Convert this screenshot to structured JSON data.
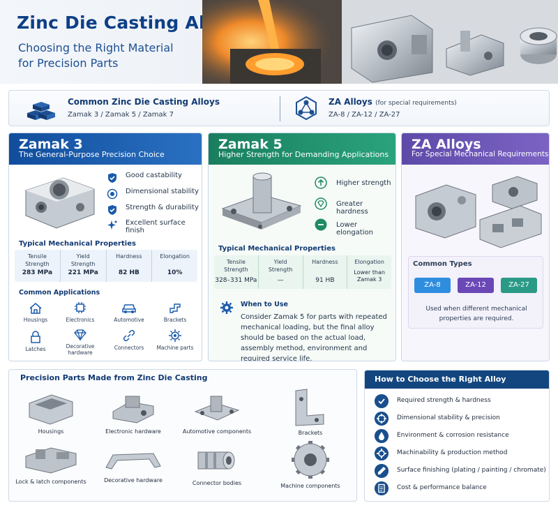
{
  "hero": {
    "title": "Zinc Die Casting Alloys",
    "subtitle_line1": "Choosing the Right Material",
    "subtitle_line2": "for Precision Parts"
  },
  "band": {
    "left_title": "Common Zinc Die Casting Alloys",
    "left_list": "Zamak 3  /  Zamak 5  /  Zamak 7",
    "right_title": "ZA Alloys",
    "right_note": "(for special requirements)",
    "right_list": "ZA-8  /  ZA-12  /  ZA-27"
  },
  "zamak3": {
    "name": "Zamak 3",
    "tagline": "The General-Purpose Precision Choice",
    "features": [
      "Good castability",
      "Dimensional stability",
      "Strength & durability",
      "Excellent surface finish"
    ],
    "props_title": "Typical Mechanical Properties",
    "props": [
      {
        "label": "Tensile Strength",
        "value": "283 MPa"
      },
      {
        "label": "Yield Strength",
        "value": "221 MPa"
      },
      {
        "label": "Hardness",
        "value": "82 HB"
      },
      {
        "label": "Elongation",
        "value": "10%"
      }
    ],
    "apps_title": "Common Applications",
    "apps": [
      "Housings",
      "Electronics",
      "Automotive",
      "Brackets",
      "Latches",
      "Decorative hardware",
      "Connectors",
      "Machine parts"
    ]
  },
  "zamak5": {
    "name": "Zamak 5",
    "tagline": "Higher Strength for Demanding Applications",
    "features": [
      "Higher strength",
      "Greater hardness",
      "Lower elongation"
    ],
    "props_title": "Typical Mechanical Properties",
    "props": [
      {
        "label": "Tensile Strength",
        "value": "328–331 MPa"
      },
      {
        "label": "Yield Strength",
        "value": "—"
      },
      {
        "label": "Hardness",
        "value": "91 HB"
      },
      {
        "label": "Elongation",
        "value": "Lower than Zamak 3"
      }
    ],
    "when_title": "When to Use",
    "when_text": "Consider Zamak 5 for parts with repeated mechanical loading, but the final alloy should be based on the actual load, assembly method,  environment and required service life."
  },
  "za": {
    "name": "ZA Alloys",
    "tagline": "For Special Mechanical Requirements",
    "types_title": "Common Types",
    "types": [
      "ZA-8",
      "ZA-12",
      "ZA-27"
    ],
    "type_colors": [
      "#2f8de0",
      "#6a48b5",
      "#2a9a86"
    ],
    "note": "Used when different mechanical properties are required."
  },
  "parts": {
    "title": "Precision Parts Made from Zinc Die Casting",
    "items": [
      "Housings",
      "Electronic hardware",
      "Automotive components",
      "Brackets",
      "Lock & latch components",
      "Decorative hardware",
      "Connector bodies",
      "Machine components"
    ]
  },
  "choose": {
    "title": "How to Choose the Right Alloy",
    "criteria": [
      "Required strength & hardness",
      "Dimensional stability & precision",
      "Environment & corrosion resistance",
      "Machinability & production method",
      "Surface finishing (plating / painting / chromate)",
      "Cost & performance balance"
    ]
  },
  "colors": {
    "zamak3": "#1a5bab",
    "zamak5": "#1f8a66",
    "za": "#6a55b8",
    "navy": "#13467f"
  }
}
